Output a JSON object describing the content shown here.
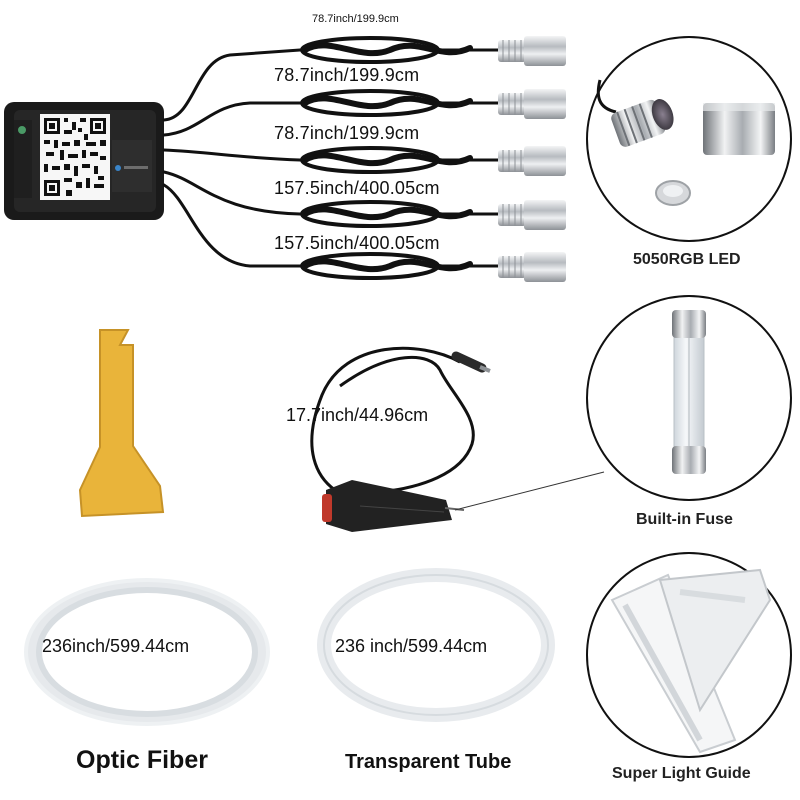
{
  "cable_lengths": {
    "cable1": "78.7inch/199.9cm",
    "cable2": "78.7inch/199.9cm",
    "cable3": "78.7inch/199.9cm",
    "cable4": "157.5inch/400.05cm",
    "cable5": "157.5inch/400.05cm"
  },
  "power_cord_length": "17.7inch/44.96cm",
  "optic_fiber": {
    "length": "236inch/599.44cm",
    "caption": "Optic Fiber"
  },
  "transparent_tube": {
    "length": "236 inch/599.44cm",
    "caption": "Transparent Tube"
  },
  "callouts": {
    "led": "5050RGB LED",
    "fuse": "Built-in Fuse",
    "light_guide": "Super Light Guide"
  },
  "colors": {
    "background": "#ffffff",
    "cable": "#111111",
    "scraper": "#e9b43a",
    "fiber": "#e8ebee",
    "metal": "#c9ccd0"
  }
}
